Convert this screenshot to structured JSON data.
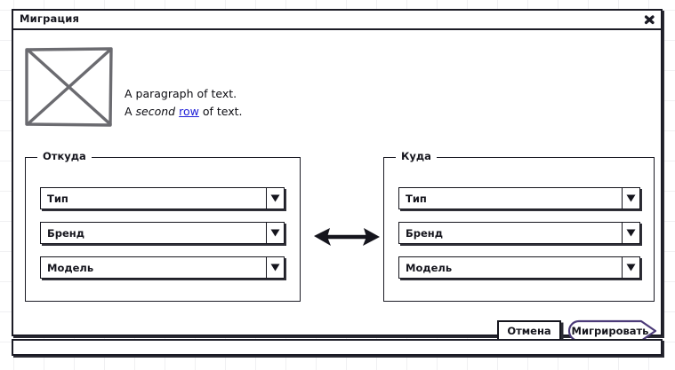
{
  "window": {
    "title": "Миграция",
    "close_icon": "close-x-icon"
  },
  "content": {
    "image_placeholder": {
      "icon": "image-placeholder-crossed-box"
    },
    "paragraph": {
      "line1": "A paragraph of text.",
      "line2_prefix": "A ",
      "line2_emphasis": "second",
      "line2_space": " ",
      "line2_link": "row",
      "line2_suffix": " of text."
    }
  },
  "fieldsets": [
    {
      "key": "from",
      "legend": "Откуда",
      "dropdowns": [
        {
          "label": "Тип",
          "arrow_icon": "chevron-down-icon"
        },
        {
          "label": "Бренд",
          "arrow_icon": "chevron-down-icon"
        },
        {
          "label": "Модель",
          "arrow_icon": "chevron-down-icon"
        }
      ]
    },
    {
      "key": "to",
      "legend": "Куда",
      "dropdowns": [
        {
          "label": "Тип",
          "arrow_icon": "chevron-down-icon"
        },
        {
          "label": "Бренд",
          "arrow_icon": "chevron-down-icon"
        },
        {
          "label": "Модель",
          "arrow_icon": "chevron-down-icon"
        }
      ]
    }
  ],
  "transfer_arrow": {
    "icon": "double-headed-arrow-icon"
  },
  "actions": {
    "cancel_label": "Отмена",
    "migrate_label": "Мигрировать"
  },
  "status_bar": {
    "text": ""
  },
  "colors": {
    "ink": "#15151d",
    "link": "#2020d8",
    "migrate_accent": "#4b3a78",
    "placeholder_gray": "#6b6b70",
    "grid": "#f0f0f2"
  }
}
